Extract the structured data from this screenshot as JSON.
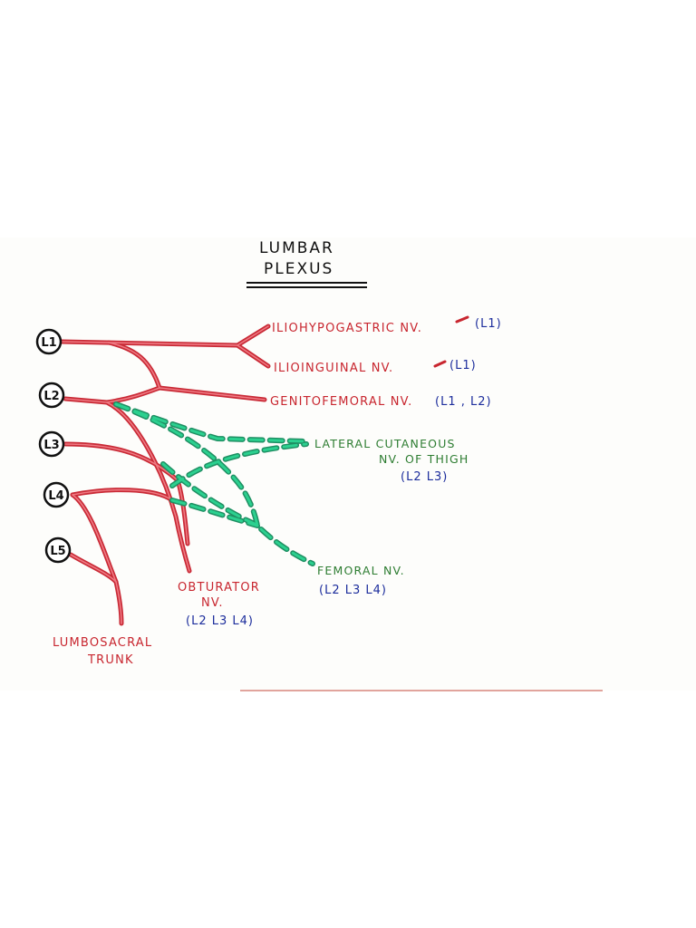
{
  "title": {
    "line1": "LUMBAR",
    "line2": "PLEXUS"
  },
  "roots": [
    "L1",
    "L2",
    "L3",
    "L4",
    "L5"
  ],
  "nerves": {
    "iliohypogastric": {
      "name": "ILIOHYPOGASTRIC NV.",
      "roots": "(L1)"
    },
    "ilioinguinal": {
      "name": "ILIOINGUINAL NV.",
      "roots": "(L1)"
    },
    "genitofemoral": {
      "name": "GENITOFEMORAL NV.",
      "roots": "(L1 , L2)"
    },
    "lateral_cutaneous": {
      "line1": "LATERAL CUTANEOUS",
      "line2": "NV. OF THIGH",
      "roots": "(L2 L3)"
    },
    "femoral": {
      "name": "FEMORAL NV.",
      "roots": "(L2 L3 L4)"
    },
    "obturator": {
      "line1": "OBTURATOR",
      "line2": "NV.",
      "roots": "(L2 L3 L4)"
    },
    "lumbosacral": {
      "line1": "LUMBOSACRAL",
      "line2": "TRUNK"
    }
  },
  "colors": {
    "nerve_red": "#dd3b48",
    "dashed_green": "#21b27c",
    "label_red": "#c8262f",
    "label_green": "#2e7d32",
    "label_blue": "#1c2d9c",
    "ink": "#111111"
  }
}
